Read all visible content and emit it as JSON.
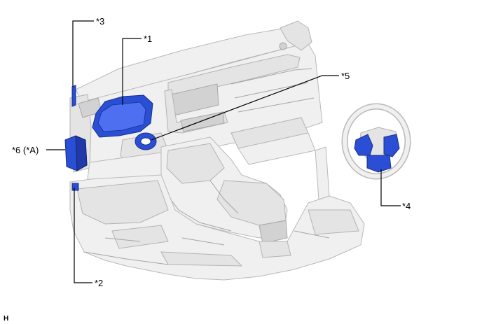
{
  "diagram": {
    "callouts": [
      {
        "id": "1",
        "label": "*1"
      },
      {
        "id": "2",
        "label": "*2"
      },
      {
        "id": "3",
        "label": "*3"
      },
      {
        "id": "4",
        "label": "*4"
      },
      {
        "id": "5",
        "label": "*5"
      },
      {
        "id": "6",
        "label": "*6 (*A)"
      }
    ],
    "footer_code": "H"
  },
  "colors": {
    "highlight": "#2a4fd4",
    "vehicle_body": "#f0f0f0",
    "leader_line": "#000000"
  }
}
